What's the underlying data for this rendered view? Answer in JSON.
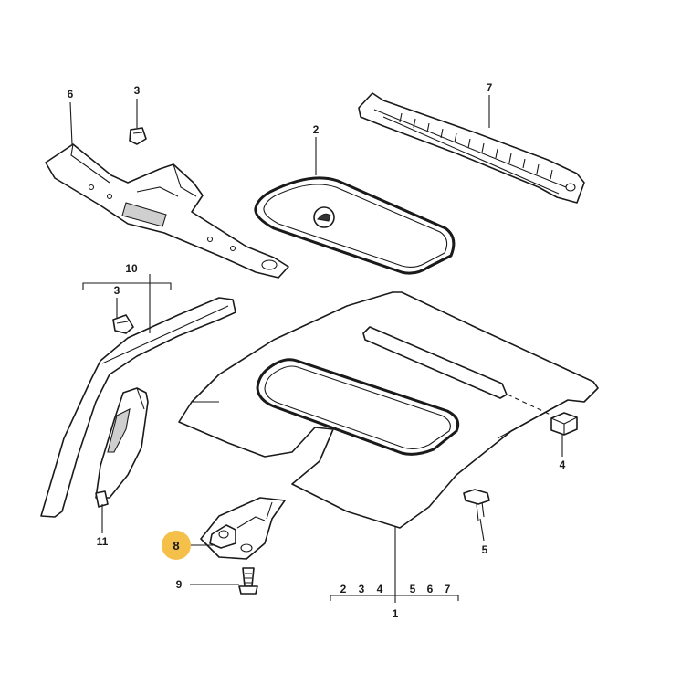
{
  "callouts": {
    "c1": "1",
    "c2": "2",
    "c3a": "3",
    "c3b": "3",
    "c4": "4",
    "c5": "5",
    "c6": "6",
    "c7": "7",
    "c8": "8",
    "c9": "9",
    "c10": "10",
    "c11": "11"
  },
  "bracket_numbers": [
    "2",
    "3",
    "4",
    "5",
    "6",
    "7"
  ],
  "colors": {
    "highlight": "#f5c04a",
    "ink": "#1a1a1a"
  }
}
